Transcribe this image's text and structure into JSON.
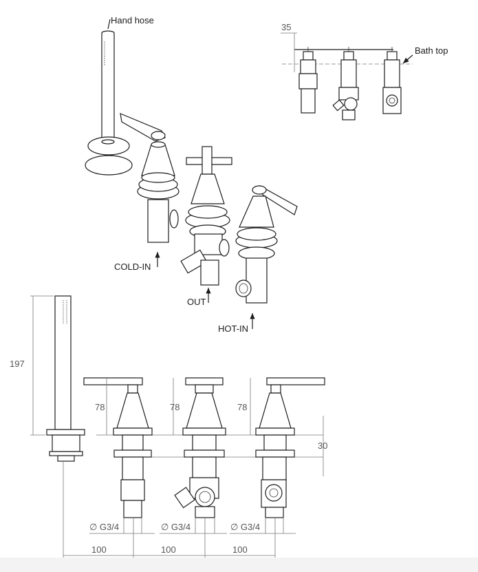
{
  "labels": {
    "hand_hose": "Hand hose",
    "bath_top": "Bath top",
    "cold_in": "COLD-IN",
    "out": "OUT",
    "hot_in": "HOT-IN"
  },
  "dimensions": {
    "riser_depth": "35",
    "hose_height": "197",
    "handle_height_left": "78",
    "handle_height_mid": "78",
    "handle_height_right": "78",
    "deck_thickness": "30",
    "thread_left": "∅ G3/4",
    "thread_mid": "∅ G3/4",
    "thread_right": "∅ G3/4",
    "spacing_1": "100",
    "spacing_2": "100",
    "spacing_3": "100"
  }
}
